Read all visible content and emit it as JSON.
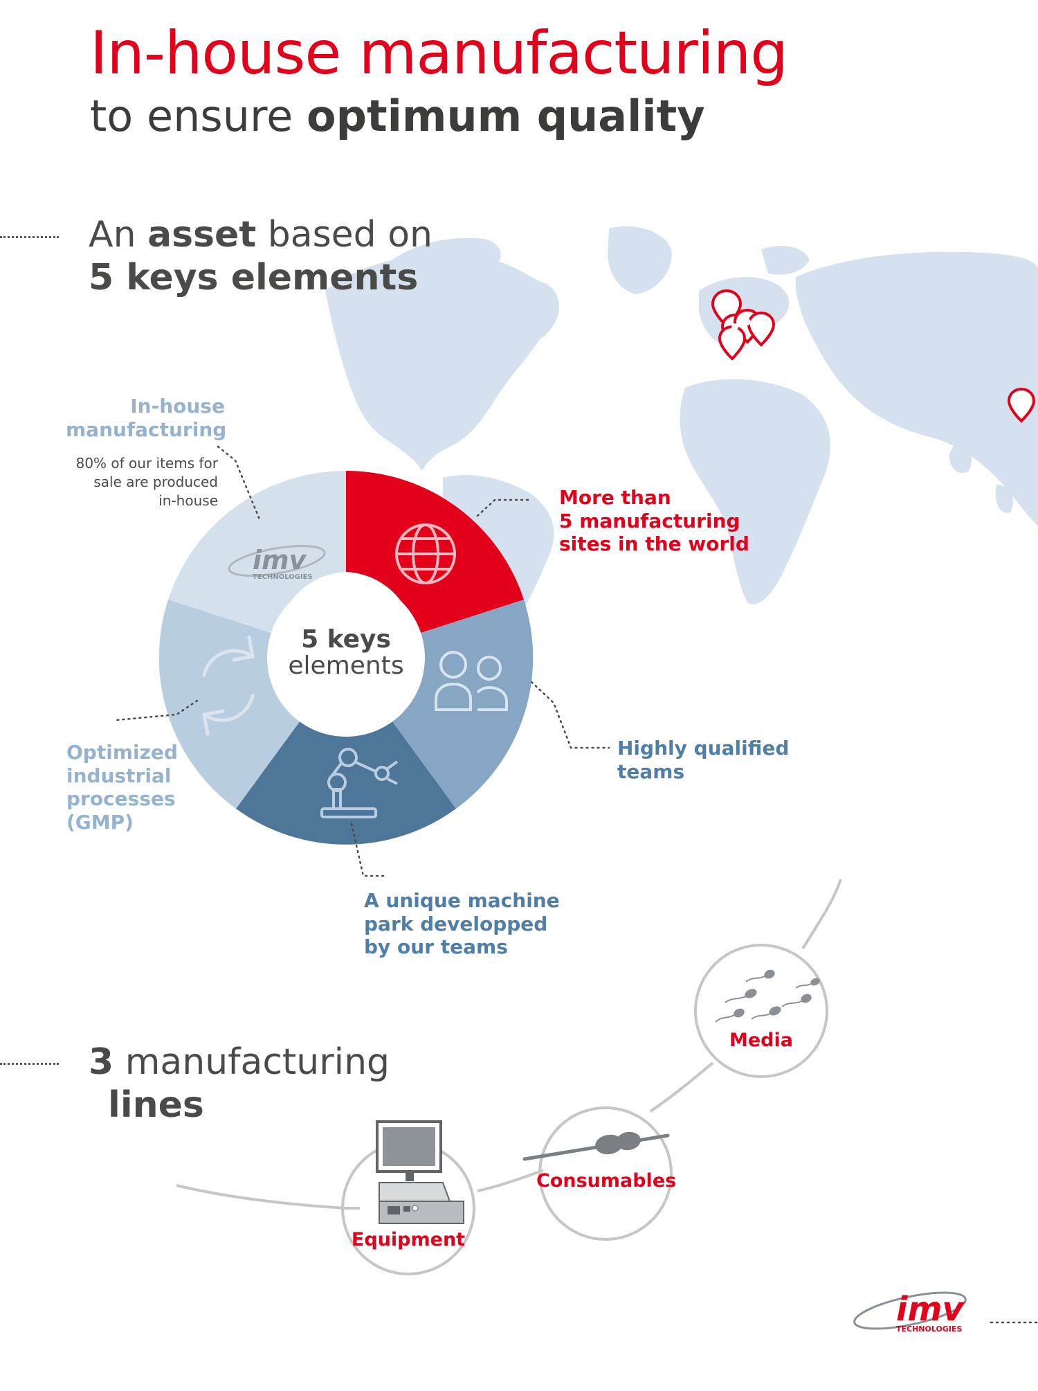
{
  "title": {
    "main": "In-house manufacturing",
    "sub_prefix": "to ensure ",
    "sub_bold": "optimum quality"
  },
  "section1": {
    "line1_prefix": "An ",
    "line1_bold": "asset",
    "line1_suffix": " based on",
    "line2_bold": "5 keys elements"
  },
  "donut": {
    "center_bold": "5 keys",
    "center_regular": "elements",
    "segments": [
      {
        "name": "manufacturing-sites",
        "color": "#e2001a",
        "icon": "globe-icon"
      },
      {
        "name": "qualified-teams",
        "color": "#87a6c3",
        "icon": "people-icon"
      },
      {
        "name": "machine-park",
        "color": "#4e7699",
        "icon": "robot-arm-icon"
      },
      {
        "name": "industrial-processes",
        "color": "#b9cde0",
        "icon": "refresh-icon"
      },
      {
        "name": "in-house-manufacturing",
        "color": "#d4e1ec",
        "icon": "imv-logo"
      }
    ]
  },
  "labels": {
    "inhouse_title": "In-house\nmanufacturing",
    "inhouse_desc": "80% of our items for\nsale are produced\nin-house",
    "sites": "More than\n5 manufacturing\nsites in the world",
    "teams": "Highly qualified\nteams",
    "machine": "A unique machine\npark developped\nby our teams",
    "processes": "Optimized\nindustrial\nprocesses\n(GMP)"
  },
  "section2": {
    "line1_bold": "3",
    "line1_suffix": " manufacturing",
    "line2_bold": "lines"
  },
  "lines": {
    "media": "Media",
    "consumables": "Consumables",
    "equipment": "Equipment"
  },
  "logo": {
    "brand": "imv",
    "tagline": "TECHNOLOGIES"
  },
  "colors": {
    "accent_red": "#e2001a",
    "map_blue": "#d5e1ee",
    "text_dark": "#3c3c3b"
  }
}
